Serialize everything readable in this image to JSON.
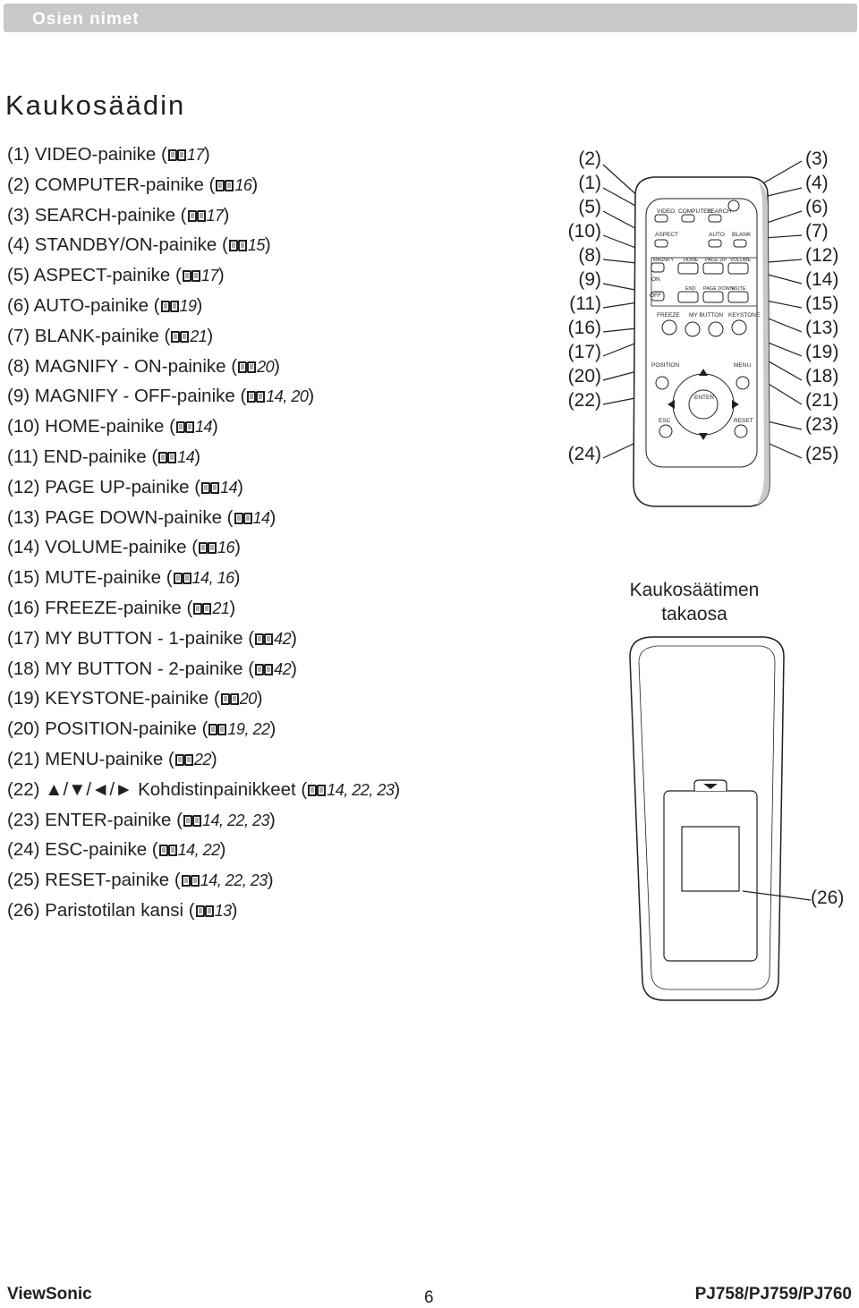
{
  "header": {
    "title": "Osien nimet"
  },
  "section_title": "Kaukosäädin",
  "items": [
    {
      "label": "(1) VIDEO-painike (",
      "ref": "17",
      "close": ")"
    },
    {
      "label": "(2) COMPUTER-painike (",
      "ref": "16",
      "close": ")"
    },
    {
      "label": "(3) SEARCH-painike (",
      "ref": "17",
      "close": ")"
    },
    {
      "label": "(4) STANDBY/ON-painike (",
      "ref": "15",
      "close": ")"
    },
    {
      "label": "(5) ASPECT-painike (",
      "ref": "17",
      "close": ")"
    },
    {
      "label": "(6) AUTO-painike (",
      "ref": "19",
      "close": ")"
    },
    {
      "label": "(7) BLANK-painike (",
      "ref": "21",
      "close": ")"
    },
    {
      "label": "(8) MAGNIFY - ON-painike (",
      "ref": "20",
      "close": ")"
    },
    {
      "label": "(9) MAGNIFY - OFF-painike (",
      "ref": "14, 20",
      "close": ")"
    },
    {
      "label": "(10) HOME-painike (",
      "ref": "14",
      "close": ")"
    },
    {
      "label": "(11) END-painike (",
      "ref": "14",
      "close": ")"
    },
    {
      "label": "(12) PAGE UP-painike (",
      "ref": "14",
      "close": ")"
    },
    {
      "label": "(13) PAGE DOWN-painike (",
      "ref": "14",
      "close": ")"
    },
    {
      "label": "(14) VOLUME-painike (",
      "ref": "16",
      "close": ")"
    },
    {
      "label": "(15) MUTE-painike (",
      "ref": "14, 16",
      "close": ")"
    },
    {
      "label": "(16) FREEZE-painike (",
      "ref": "21",
      "close": ")"
    },
    {
      "label": "(17) MY BUTTON - 1-painike (",
      "ref": "42",
      "close": ")"
    },
    {
      "label": "(18) MY BUTTON - 2-painike (",
      "ref": "42",
      "close": ")"
    },
    {
      "label": "(19) KEYSTONE-painike (",
      "ref": "20",
      "close": ")"
    },
    {
      "label": "(20) POSITION-painike (",
      "ref": "19, 22",
      "close": ")"
    },
    {
      "label": "(21) MENU-painike (",
      "ref": "22",
      "close": ")"
    },
    {
      "label": "(22) ▲/▼/◄/► Kohdistinpainikkeet (",
      "ref": "14, 22, 23",
      "close": ")"
    },
    {
      "label": "(23) ENTER-painike (",
      "ref": "14, 22, 23",
      "close": ")"
    },
    {
      "label": "(24) ESC-painike (",
      "ref": "14, 22",
      "close": ")"
    },
    {
      "label": "(25) RESET-painike (",
      "ref": "14, 22, 23",
      "close": ")"
    },
    {
      "label": "(26) Paristotilan kansi (",
      "ref": "13",
      "close": ")"
    }
  ],
  "callouts_left": [
    "(2)",
    "(1)",
    "(5)",
    "(10)",
    "(8)",
    "(9)",
    "(11)",
    "(16)",
    "(17)",
    "(20)",
    "(22)",
    "(24)"
  ],
  "callouts_right": [
    "(3)",
    "(4)",
    "(6)",
    "(7)",
    "(12)",
    "(14)",
    "(15)",
    "(13)",
    "(19)",
    "(18)",
    "(21)",
    "(23)",
    "(25)"
  ],
  "callout_back": "(26)",
  "remote_labels": {
    "video": "VIDEO",
    "computer": "COMPUTER",
    "search": "SEARCH",
    "aspect": "ASPECT",
    "auto": "AUTO",
    "blank": "BLANK",
    "magnify": "MAGNIFY",
    "on": "ON",
    "off": "OFF",
    "home": "HOME",
    "page_up": "PAGE UP",
    "volume": "VOLUME",
    "end": "END",
    "page_down": "PAGE DOWN",
    "mute": "MUTE",
    "freeze": "FREEZE",
    "my_button": "MY BUTTON",
    "keystone": "KEYSTONE",
    "position": "POSITION",
    "menu": "MENU",
    "enter": "ENTER",
    "esc": "ESC",
    "reset": "RESET"
  },
  "back_caption": {
    "line1": "Kaukosäätimen",
    "line2": "takaosa"
  },
  "footer": {
    "brand": "ViewSonic",
    "page": "6",
    "model": "PJ758/PJ759/PJ760"
  }
}
